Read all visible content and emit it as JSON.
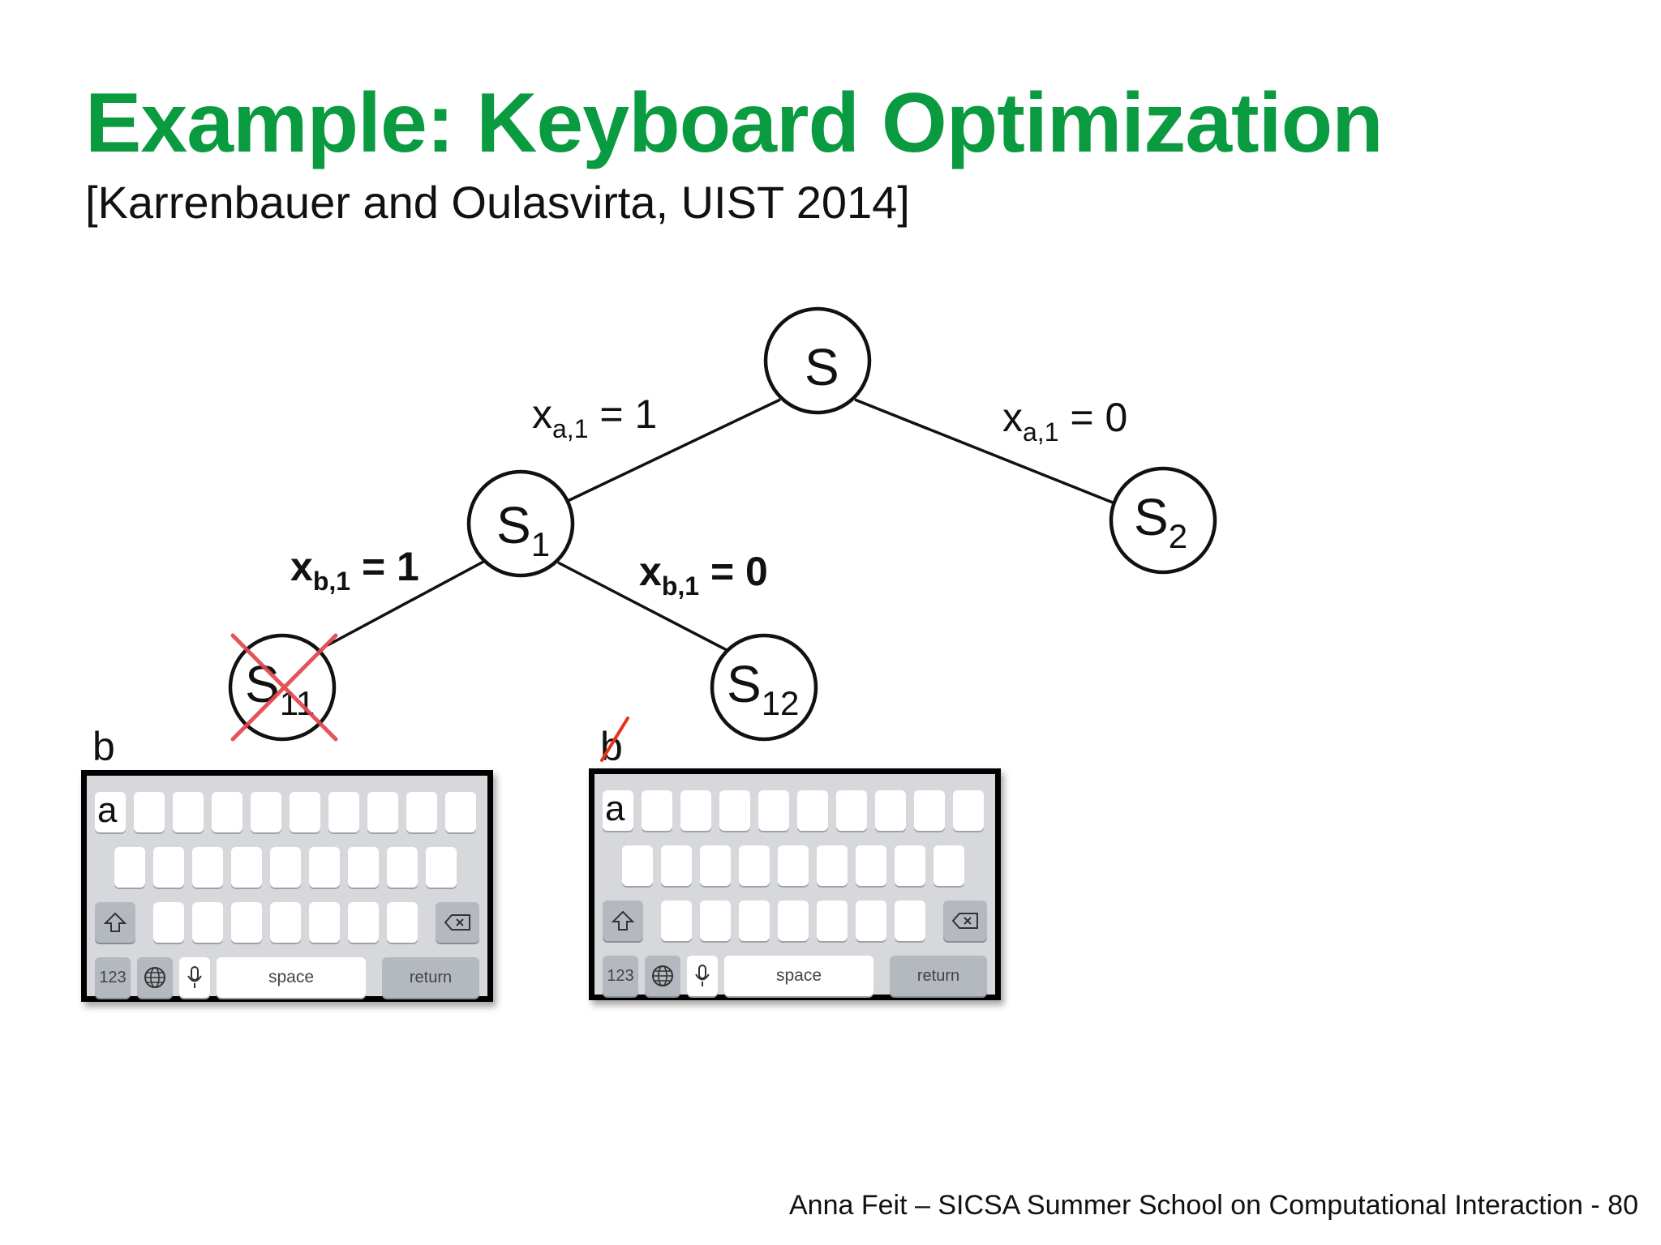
{
  "slide": {
    "title": "Example: Keyboard Optimization",
    "subtitle": "[Karrenbauer and Oulasvirta, UIST 2014]",
    "footer": "Anna Feit – SICSA Summer School on Computational Interaction - 80"
  },
  "tree": {
    "root": {
      "base": "S",
      "sub": ""
    },
    "s1": {
      "base": "S",
      "sub": "1"
    },
    "s2": {
      "base": "S",
      "sub": "2"
    },
    "s11": {
      "base": "S",
      "sub": "11"
    },
    "s12": {
      "base": "S",
      "sub": "12"
    },
    "edge_root_s1": {
      "var": "x",
      "sub": "a,1",
      "value": " = 1"
    },
    "edge_root_s2": {
      "var": "x",
      "sub": "a,1",
      "value": " = 0"
    },
    "edge_s1_s11": {
      "var": "x",
      "sub": "b,1",
      "value": " = 1"
    },
    "edge_s1_s12": {
      "var": "x",
      "sub": "b,1",
      "value": " = 0"
    },
    "pruned_node": "s11"
  },
  "keyboards": {
    "left": {
      "letter_label": "b",
      "first_key": "a",
      "num_key": "123",
      "space_label": "space",
      "return_label": "return"
    },
    "right": {
      "letter_label": "b",
      "letter_struck": true,
      "first_key": "a",
      "num_key": "123",
      "space_label": "space",
      "return_label": "return"
    }
  },
  "colors": {
    "title": "#0a9a40",
    "cross": "#e0474c",
    "strike": "#e8321e"
  },
  "icons": [
    "shift-icon",
    "backspace-icon",
    "globe-icon",
    "microphone-icon",
    "cross-mark-icon"
  ]
}
